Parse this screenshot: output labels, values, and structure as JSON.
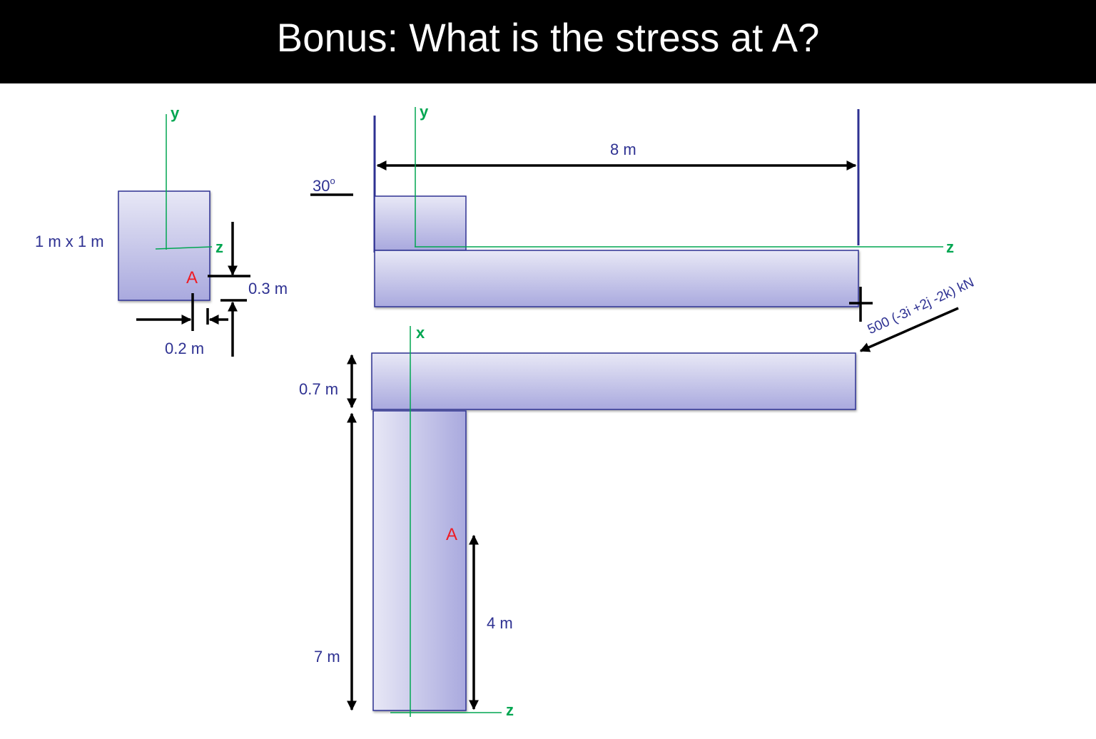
{
  "slide": {
    "title": "Bonus: What is the stress at A?"
  },
  "colors": {
    "title_bg": "#000000",
    "title_text": "#ffffff",
    "member_outline": "#2e3192",
    "member_fill_light": "#e8e8f6",
    "member_fill_dark": "#a9a9de",
    "axis_green": "#00a651",
    "dimension_black": "#000000",
    "point_red": "#ee1c25",
    "label_blue": "#2e3192"
  },
  "cross_section": {
    "size_label": "1 m x 1 m",
    "axis_y_label": "y",
    "axis_z_label": "z",
    "point_label": "A",
    "dim_vertical_label": "0.3 m",
    "dim_horizontal_label": "0.2 m"
  },
  "top_view": {
    "axis_y_label": "y",
    "axis_z_label": "z",
    "angle_label": "30",
    "angle_unit": "o",
    "length_label": "8 m",
    "force_label": "500 (-3i +2j -2k) kN"
  },
  "side_view": {
    "axis_x_label": "x",
    "axis_z_label": "z",
    "beam_depth_label": "0.7 m",
    "column_height_label": "7 m",
    "point_label": "A",
    "point_height_label": "4 m"
  }
}
